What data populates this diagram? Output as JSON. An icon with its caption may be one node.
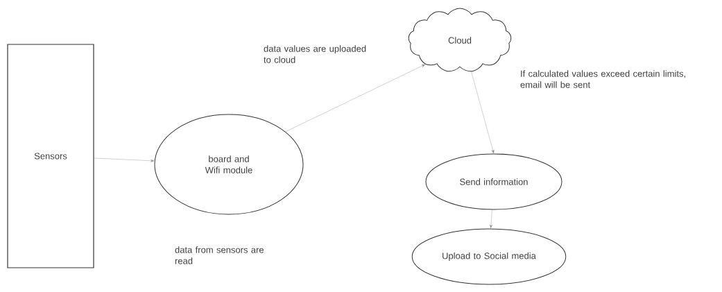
{
  "diagram": {
    "nodes": [
      {
        "text": [
          "Sensors"
        ]
      },
      {
        "text": [
          "board and Wifi module"
        ]
      },
      {
        "text": [
          "Cloud"
        ]
      },
      {
        "text": [
          "Send information"
        ]
      },
      {
        "text": [
          "Upload to Social media"
        ]
      }
    ],
    "edges": [
      {
        "from": 0,
        "to": 1,
        "arrow": "to"
      },
      {
        "from": 1,
        "to": 2,
        "arrow": "to"
      },
      {
        "from": 2,
        "to": 3,
        "arrow": "to"
      },
      {
        "from": 3,
        "to": 4,
        "arrow": "to"
      }
    ],
    "labels": [
      "data values are uploaded to cloud",
      "If calculated values exceed certain limits, email will be sent",
      "data from sensors are read"
    ]
  }
}
